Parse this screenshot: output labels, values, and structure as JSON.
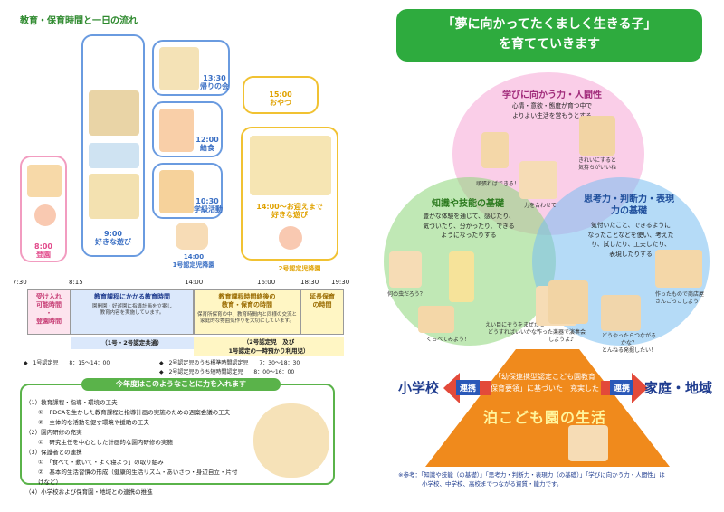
{
  "left": {
    "title": "教育・保育時間と一日の流れ",
    "bubbles": {
      "b800": "8:00\n登園",
      "b900": "9:00\n好きな遊び",
      "b1030": "10:30\n学級活動",
      "b1200": "12:00\n給食",
      "b1330": "13:30\n帰りの会",
      "b1400": "14:00\n1号認定児降園",
      "b1500": "15:00\nおやつ",
      "b1400b": "14:00～お迎えまで\n好きな遊び",
      "b1830": "2号認定児降園"
    },
    "timeline": [
      "7:30",
      "8:15",
      "14:00",
      "16:00",
      "18:30",
      "19:30"
    ],
    "boxes": {
      "box1_title": "受け入れ\n可能時間\n・\n登園時間",
      "box2_title": "教育課程にかかる教育時間",
      "box2_sub": "園開園・好遊園に指導計画を立案し\n教育内容を実施しています。",
      "box3_title": "教育課程時間終後の\n教育・保育の時間",
      "box3_sub": "保育所保育の中、教育時間内と同様の交流と\n家庭的な雰囲気作りを大切にしています。",
      "box4_title": "延長保育\nの時間"
    },
    "bars": {
      "bar1": "（1号・2号認定共通）",
      "bar2": "（2号認定児　及び\n1号認定の一時預かり利用児）"
    },
    "legend": [
      "◆　1号認定児　　8：15～14：00",
      "◆　2号認定児のうち標準時間認定児　　7：30～18：30",
      "◆　2号認定児のうち短時間認定児　　8：00～16：00"
    ],
    "strive_title": "今年度はこのようなことに力を入れます",
    "strive_items": [
      "（1）教育課程・指導・環境の工夫",
      "①　PDCAを生かした教育課程と指導計画の実施のための週案会議の工夫",
      "②　主体的な活動を促す環境や援助の工夫",
      "（2）園内研修の充実",
      "①　研究主任を中心とした計画的な園内研修の実施",
      "（3）保護者との連携",
      "①　「食べて・動いて・よく寝よう」の取り組み",
      "②　基本的生活習慣の形成（健康的生活リズム・あいさつ・身辺自立・片付けなど）",
      "（4）小学校および保育園・地域との連携の推進"
    ]
  },
  "right": {
    "headline_1": "「夢に向かってたくましく生きる子」",
    "headline_2": "を育てていきます",
    "circle_top_title": "学びに向かう力・人間性",
    "circle_top_text": "心情・意欲・態度が育つ中で\nよりよい生活を営もうとする",
    "circle_left_title": "知識や技能の基礎",
    "circle_left_text": "豊かな体験を通じて、感じたり、\n気づいたり、分かったり、できる\nようになったりする",
    "circle_right_title_1": "思考力・判断力・表現",
    "circle_right_title_2": "力の基礎",
    "circle_right_text": "気付いたこと、できるように\nなったことなどを使い、考えた\nり、試したり、工夫したり、\n表現したりする",
    "captions": {
      "c1": "頑張ればできる！",
      "c2": "力を合わせて",
      "c3": "きれいにすると\n気持ちがいいね",
      "c4": "何の虫だろう？",
      "c5": "くらべてみよう！",
      "c6": "えい目にぞうをまぜたら\nどうすればいいかな？",
      "c7": "作った楽器で演奏会\nしようよ♪",
      "c8": "どうやったらつながる\nかな？\nとんねる発掘したい！",
      "c9": "作ったもので商店屋\nさんごっこしよう！"
    },
    "label_school": "小学校",
    "label_home": "家庭・地域",
    "tag_left": "連携",
    "tag_right": "連携",
    "mountain_text": "「幼保連携型認定こども園教育\n保育要領」に基づいた　充実した",
    "mountain_main": "泊こども園の生活",
    "footnote": "※参考：「知識や技能（の基礎）」「思考力・判断力・表現力（の基礎）」「学びに向かう力・人間性」は\n　　　　小学校、中学校、高校までつながる資質・能力です。"
  }
}
